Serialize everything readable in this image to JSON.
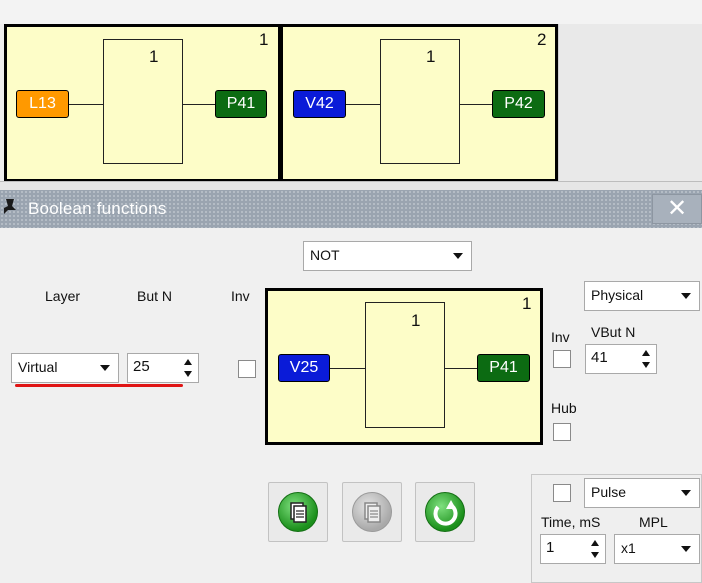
{
  "blocks_row": [
    {
      "number": "1",
      "inner_number": "1",
      "input": "L13",
      "output": "P41",
      "input_color": "#ff9900",
      "output_color": "#0c6b12"
    },
    {
      "number": "2",
      "inner_number": "1",
      "input": "V42",
      "output": "P42",
      "input_color": "#0a1bd8",
      "output_color": "#0c6b12"
    }
  ],
  "panel": {
    "title": "Boolean functions",
    "close_symbol": "✕",
    "function_select": "NOT",
    "layer_label": "Layer",
    "butn_label": "But N",
    "inv_label": "Inv",
    "layer_value": "Virtual",
    "butn_value": "25",
    "preview": {
      "number": "1",
      "inner_number": "1",
      "input": "V25",
      "output": "P41"
    },
    "out_type_select": "Physical",
    "out_inv_label": "Inv",
    "vbutn_label": "VBut N",
    "vbutn_value": "41",
    "hub_label": "Hub",
    "pulse_select": "Pulse",
    "time_label": "Time, mS",
    "mpl_label": "MPL",
    "time_value": "1",
    "mpl_value": "x1"
  },
  "icons": {
    "paste": "clipboard-icon",
    "paste_disabled": "clipboard-disabled-icon",
    "refresh": "refresh-icon",
    "dock": "pin-icon",
    "close": "close-icon"
  },
  "colors": {
    "accent_red": "#e01515",
    "titlebar": "#9aa4b0"
  }
}
